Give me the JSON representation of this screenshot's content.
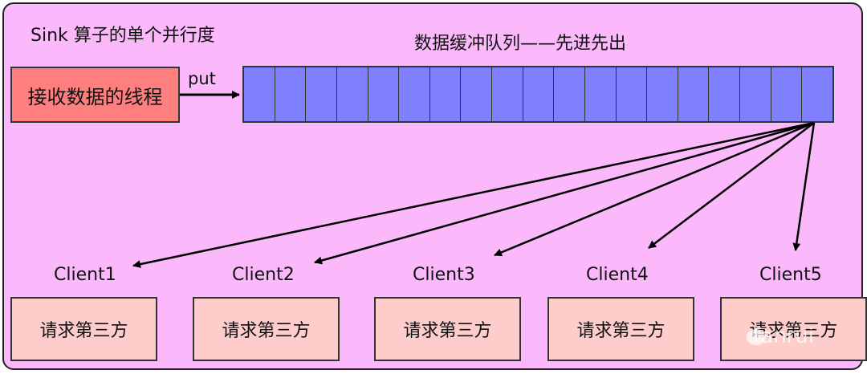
{
  "title": "Sink 算子的单个并行度",
  "queue": {
    "title": "数据缓冲队列——先进先出",
    "cell_count": 19
  },
  "thread": {
    "label": "接收数据的线程"
  },
  "put_label": "put",
  "clients": [
    {
      "name": "Client1",
      "task": "请求第三方"
    },
    {
      "name": "Client2",
      "task": "请求第三方"
    },
    {
      "name": "Client3",
      "task": "请求第三方"
    },
    {
      "name": "Client4",
      "task": "请求第三方"
    },
    {
      "name": "Client5",
      "task": "请求第三方"
    }
  ],
  "watermark": "fanrui"
}
